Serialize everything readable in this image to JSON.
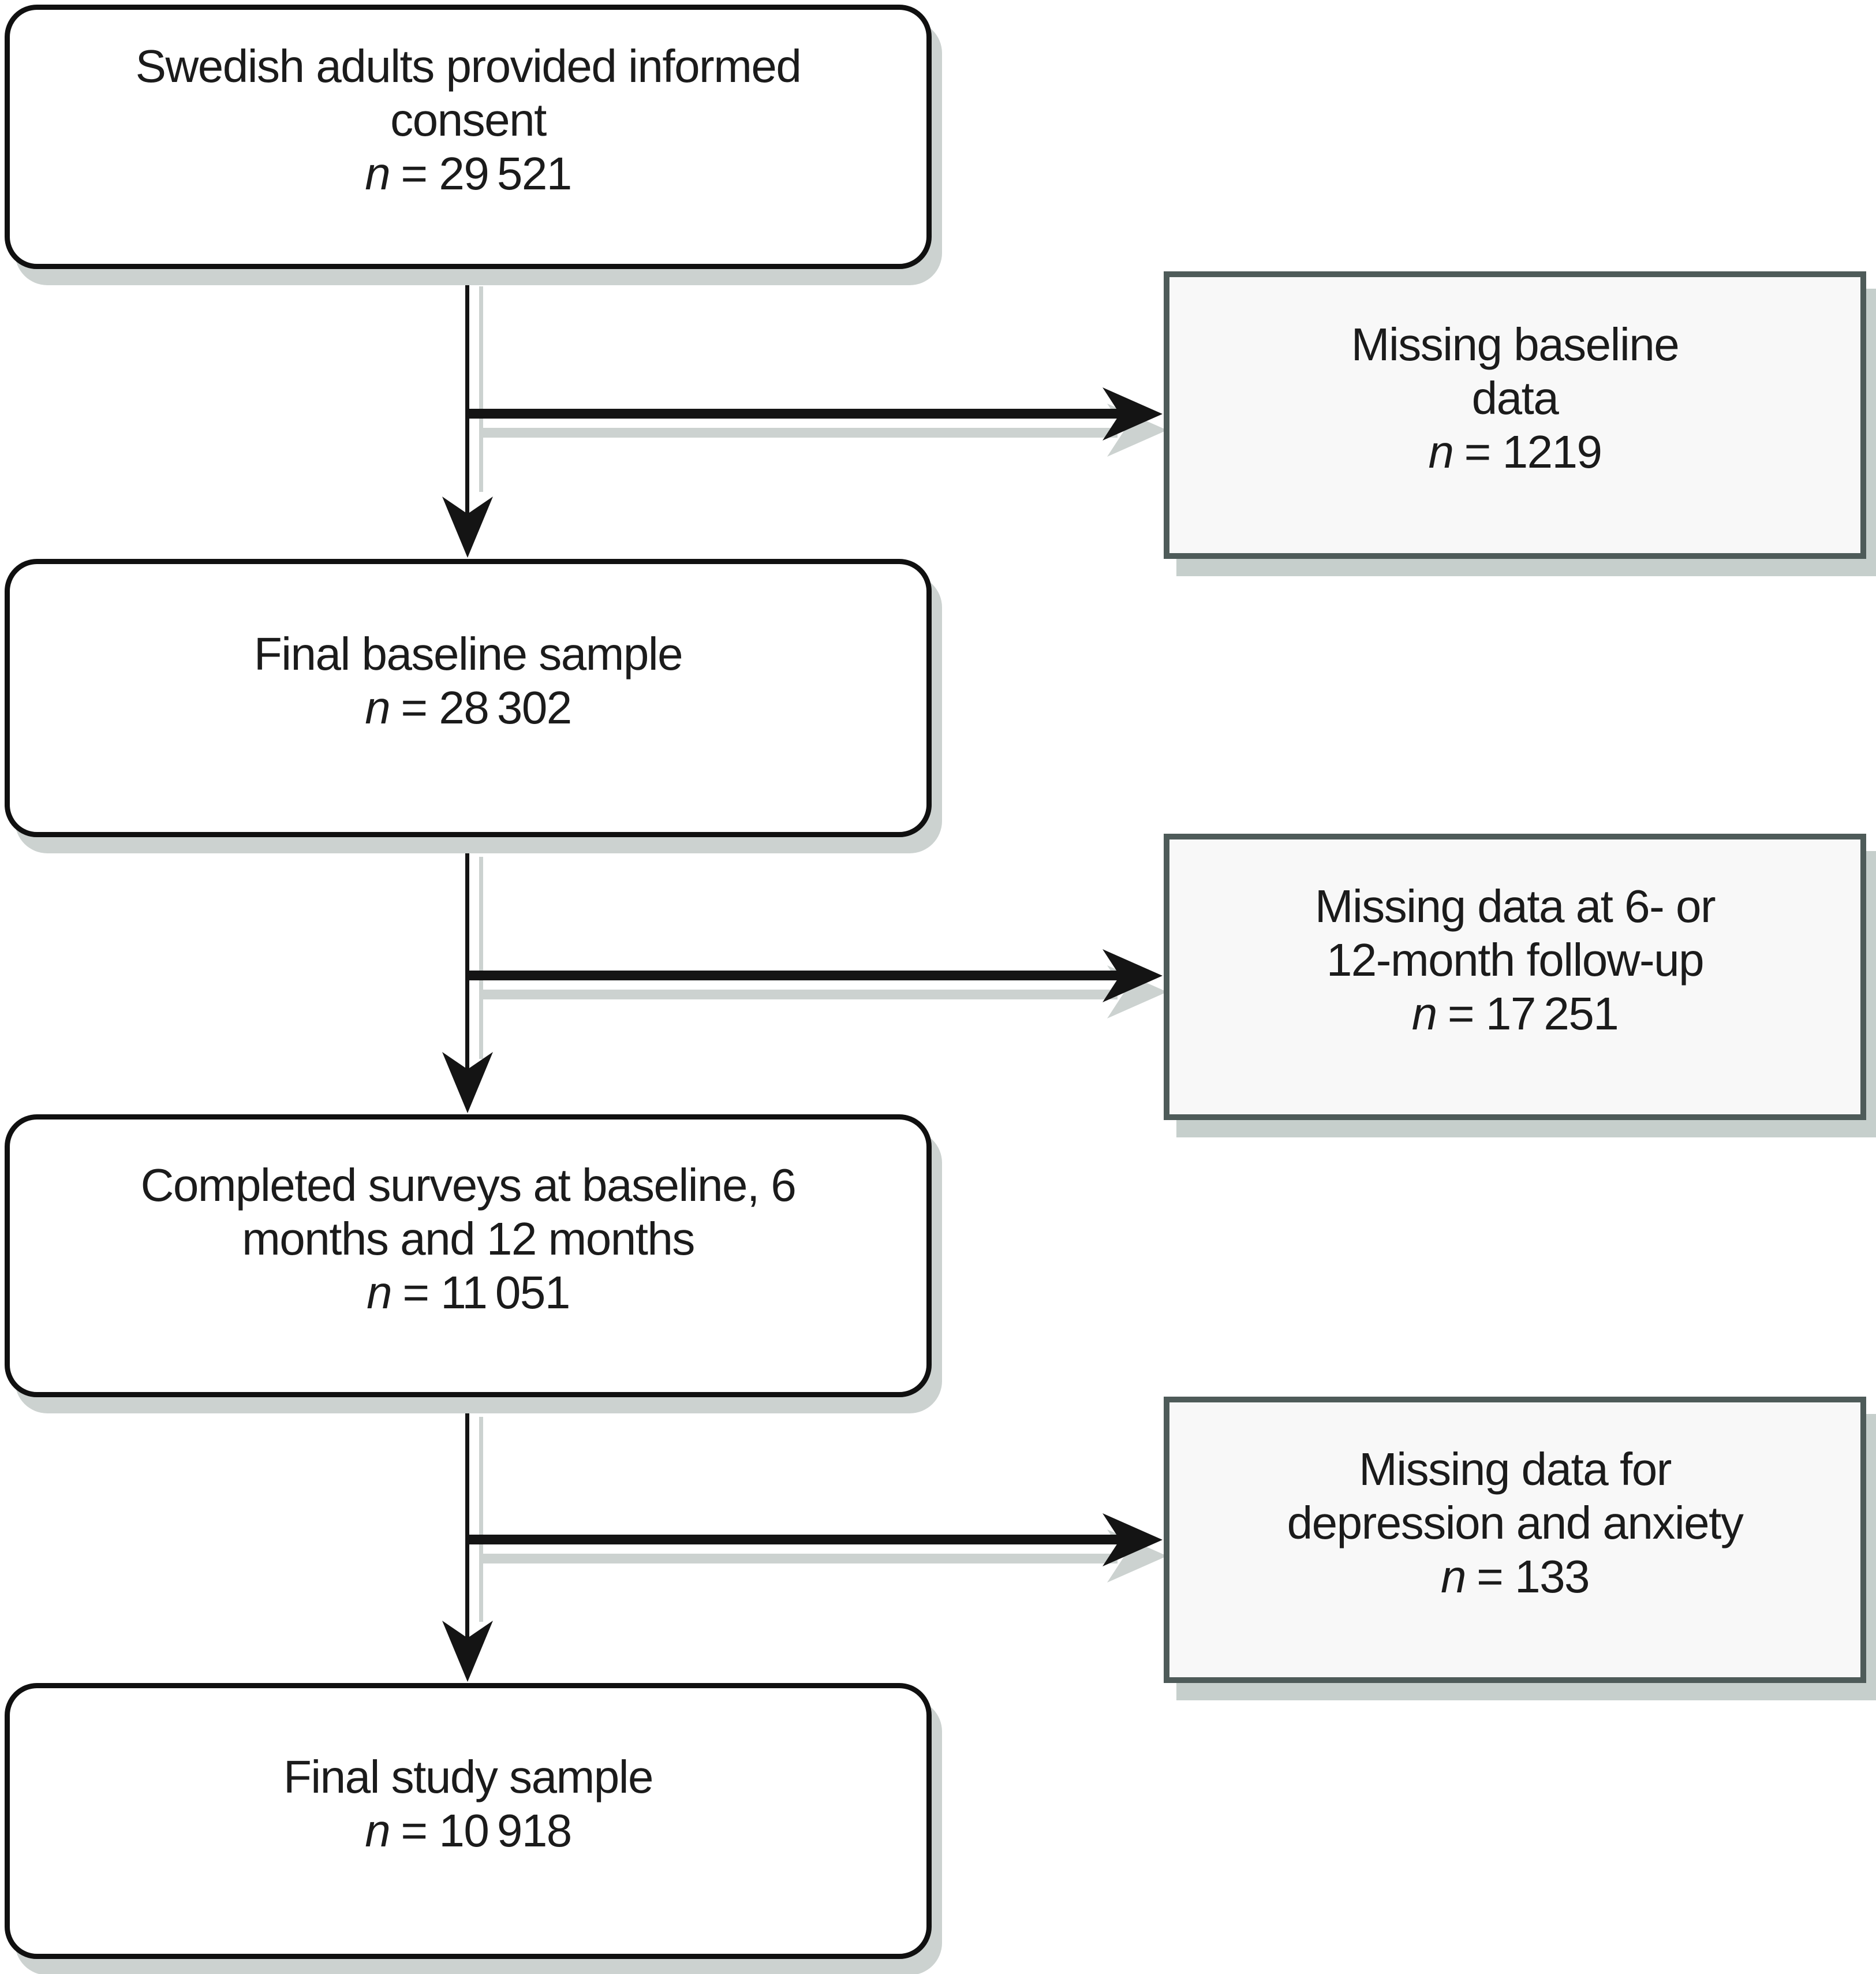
{
  "figure": {
    "type": "participant-flow-diagram",
    "colors": {
      "background": "#ffffff",
      "main_box_border": "#101010",
      "main_box_fill": "#ffffff",
      "side_box_border": "#4e5b59",
      "side_box_fill": "#f8f8f8",
      "shadow": "#ccd2d0",
      "arrow": "#141414",
      "text": "#1b1b1b"
    },
    "main_boxes": [
      {
        "id": "consent",
        "lines": [
          "Swedish adults provided informed",
          "consent"
        ],
        "n_var": "n",
        "n_value": "= 29 521"
      },
      {
        "id": "baseline-sample",
        "lines": [
          "Final baseline sample"
        ],
        "n_var": "n",
        "n_value": "= 28 302"
      },
      {
        "id": "completed-surveys",
        "lines": [
          "Completed surveys at baseline, 6",
          "months and 12 months"
        ],
        "n_var": "n",
        "n_value": "= 11 051"
      },
      {
        "id": "final-sample",
        "lines": [
          "Final study sample"
        ],
        "n_var": "n",
        "n_value": "= 10 918"
      }
    ],
    "side_boxes": [
      {
        "id": "missing-baseline",
        "lines": [
          "Missing baseline",
          "data"
        ],
        "n_var": "n",
        "n_value": "= 1219"
      },
      {
        "id": "missing-followup",
        "lines": [
          "Missing data at 6- or",
          "12-month follow-up"
        ],
        "n_var": "n",
        "n_value": "= 17 251"
      },
      {
        "id": "missing-depression-anxiety",
        "lines": [
          "Missing data for",
          "depression and anxiety"
        ],
        "n_var": "n",
        "n_value": "= 133"
      }
    ]
  }
}
